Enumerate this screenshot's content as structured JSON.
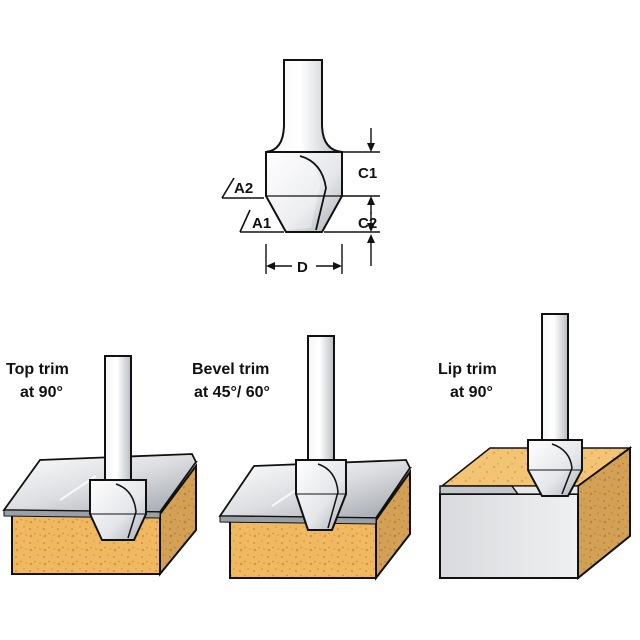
{
  "bit": {
    "labels": {
      "c1": "C1",
      "c2": "C2",
      "a1": "A1",
      "a2": "A2",
      "d": "D"
    }
  },
  "captions": [
    {
      "line1": "Top trim",
      "line2": "at 90°"
    },
    {
      "line1": "Bevel trim",
      "line2": "at 45°/ 60°"
    },
    {
      "line1": "Lip trim",
      "line2": "at 90°"
    }
  ],
  "colors": {
    "wood": "#f0b861",
    "wood_grain": "#d89a45",
    "laminate": "#d6d8dc",
    "metal": "#dfe2e6",
    "outline": "#111111"
  }
}
